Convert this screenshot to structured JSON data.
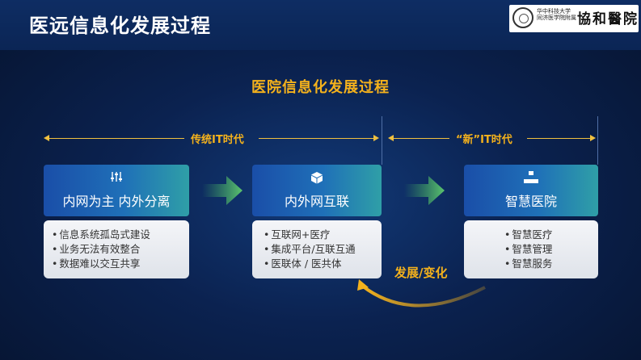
{
  "header": {
    "title": "医远信息化发展过程",
    "logo": {
      "line1": "华中科技大学",
      "line2": "同济医学院附属",
      "brand": "協和醫院"
    }
  },
  "subtitle": "医院信息化发展过程",
  "eras": {
    "traditional": "传统IT时代",
    "new": "“新”IT时代"
  },
  "stages": [
    {
      "icon": "sliders-icon",
      "icon_glyph": "↓↑↓",
      "title": "内网为主 内外分离",
      "items": [
        "信息系统孤岛式建设",
        "业务无法有效整合",
        "数据难以交互共享"
      ]
    },
    {
      "icon": "cube-icon",
      "icon_glyph": "⬢",
      "title": "内外网互联",
      "items": [
        "互联网+医疗",
        "集成平台/互联互通",
        "医联体 / 医共体"
      ]
    },
    {
      "icon": "hierarchy-icon",
      "icon_glyph": "⧉",
      "title": "智慧医院",
      "items": [
        "智慧医疗",
        "智慧管理",
        "智慧服务"
      ]
    }
  ],
  "transition_label": "发展/变化",
  "colors": {
    "accent": "#f5b21c",
    "background": "#0b2250",
    "card_head_start": "#1a4ea8",
    "card_head_end": "#2f9fa7",
    "arrow_green": "#3fae5c"
  }
}
